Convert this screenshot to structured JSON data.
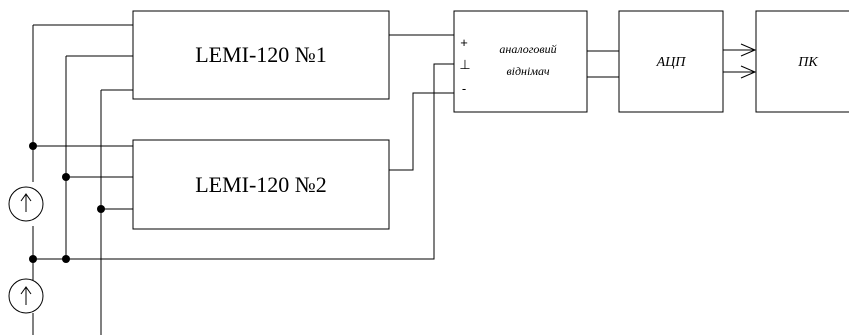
{
  "diagram": {
    "lemi1_label": "LEMI-120 №1",
    "lemi2_label": "LEMI-120 №2",
    "subtractor_line1": "аналоговий",
    "subtractor_line2": "віднімач",
    "input_plus": "+",
    "input_ground": "⊥",
    "input_minus": "-",
    "adc_label": "АЦП",
    "pc_label": "ПК"
  }
}
